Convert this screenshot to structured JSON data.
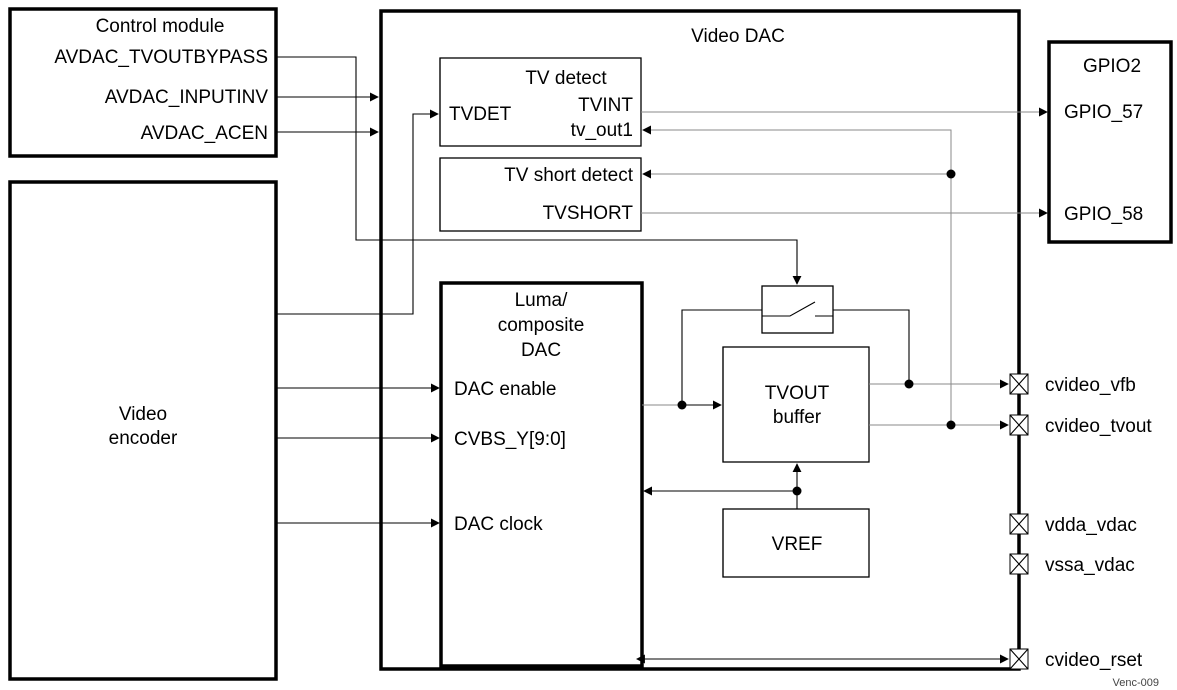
{
  "blocks": {
    "control_module": {
      "title": "Control module",
      "signals": [
        "AVDAC_TVOUTBYPASS",
        "AVDAC_INPUTINV",
        "AVDAC_ACEN"
      ]
    },
    "video_encoder": {
      "line1": "Video",
      "line2": "encoder"
    },
    "video_dac": {
      "title": "Video DAC"
    },
    "tv_detect": {
      "title": "TV detect",
      "tvdet": "TVDET",
      "tvint": "TVINT",
      "tv_out1": "tv_out1"
    },
    "tv_short_detect": {
      "title": "TV short detect",
      "tvshort": "TVSHORT"
    },
    "luma_dac": {
      "title_lines": [
        "Luma/",
        "composite",
        "DAC"
      ],
      "inputs": [
        "DAC enable",
        "CVBS_Y[9:0]",
        "DAC clock"
      ]
    },
    "tvout_buffer": {
      "line1": "TVOUT",
      "line2": "buffer"
    },
    "vref": {
      "label": "VREF"
    },
    "gpio2": {
      "title": "GPIO2",
      "pins": [
        "GPIO_57",
        "GPIO_58"
      ]
    }
  },
  "pins": [
    "cvideo_vfb",
    "cvideo_tvout",
    "vdda_vdac",
    "vssa_vdac",
    "cvideo_rset"
  ],
  "figure_id": "Venc-009"
}
